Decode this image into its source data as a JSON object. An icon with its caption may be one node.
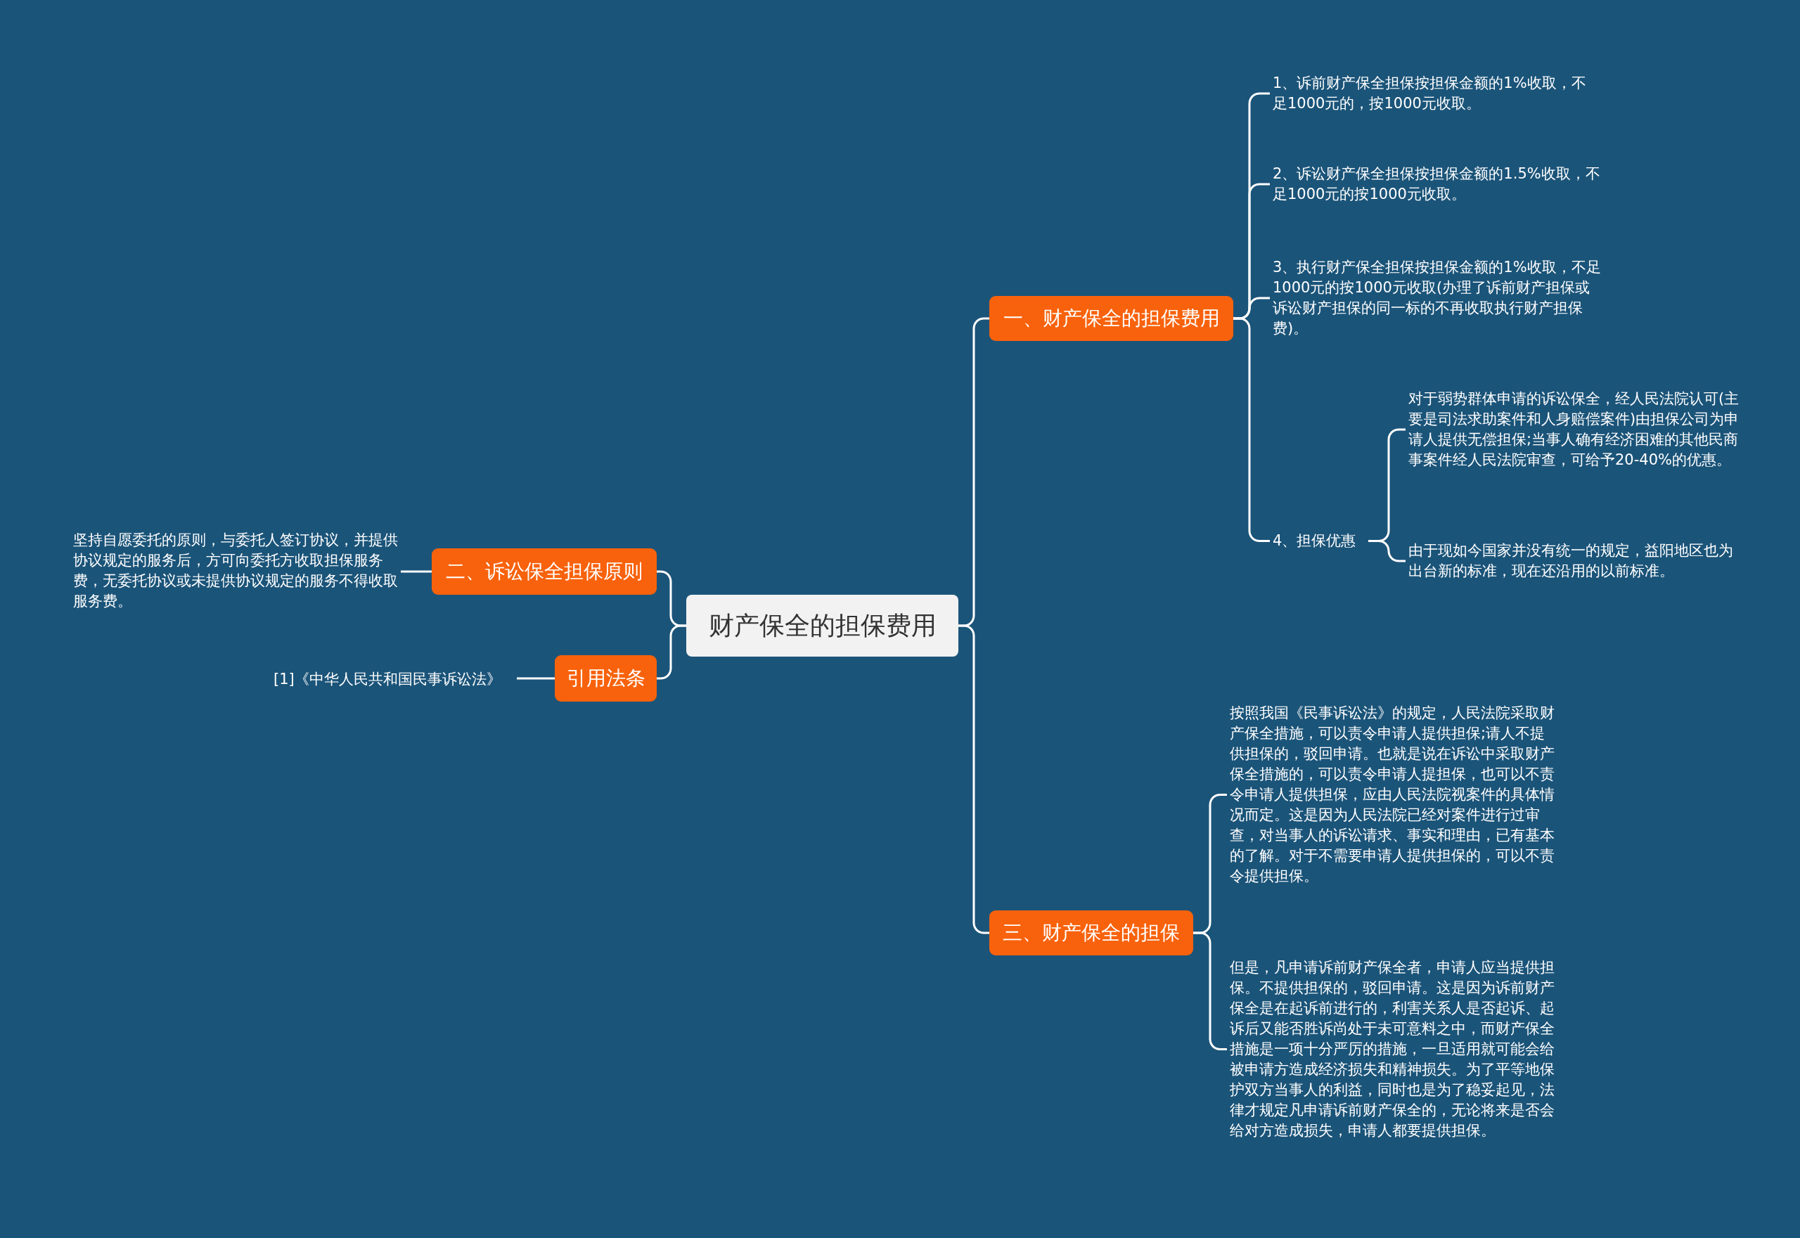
{
  "diagram": {
    "nodes": [
      {
        "text": [
          "财产保全的担保费用"
        ]
      },
      {
        "text": [
          "一、财产保全的担保费用"
        ]
      },
      {
        "text": [
          "1、诉前财产保全担保按担保金额的1%收取，不足1000元的，按1000元收取。"
        ]
      },
      {
        "text": [
          "2、诉讼财产保全担保按担保金额的1.5%收取，不足1000元的按1000元收取。"
        ]
      },
      {
        "text": [
          "3、执行财产保全担保按担保金额的1%收取，不足1000元的按1000元收取(办理了诉前财产担保或诉讼财产担保的同一标的不再收取执行财产担保费)。"
        ]
      },
      {
        "text": [
          "4、担保优惠"
        ]
      },
      {
        "text": [
          "对于弱势群体申请的诉讼保全，经人民法院认可(主要是司法求助案件和人身赔偿案件)由担保公司为申请人提供无偿担保;当事人确有经济困难的其他民商事案件经人民法院审查，可给予20-40%的优惠。"
        ]
      },
      {
        "text": [
          "由于现如今国家并没有统一的规定，益阳地区也为出台新的标准，现在还沿用的以前标准。"
        ]
      },
      {
        "text": [
          "二、诉讼保全担保原则"
        ]
      },
      {
        "text": [
          "坚持自愿委托的原则，与委托人签订协议，并提供协议规定的服务后，方可向委托方收取担保服务费，无委托协议或未提供协议规定的服务不得收取服务费。"
        ]
      },
      {
        "text": [
          "引用法条"
        ]
      },
      {
        "text": [
          "[1]《中华人民共和国民事诉讼法》"
        ]
      },
      {
        "text": [
          "三、财产保全的担保"
        ]
      },
      {
        "text": [
          "按照我国《民事诉讼法》的规定，人民法院采取财产保全措施，可以责令申请人提供担保;请人不提供担保的，驳回申请。也就是说在诉讼中采取财产保全措施的，可以责令申请人提担保，也可以不责令申请人提供担保，应由人民法院视案件的具体情况而定。这是因为人民法院已经对案件进行过审查，对当事人的诉讼请求、事实和理由，已有基本的了解。对于不需要申请人提供担保的，可以不责令提供担保。"
        ]
      },
      {
        "text": [
          "但是，凡申请诉前财产保全者，申请人应当提供担保。不提供担保的，驳回申请。这是因为诉前财产保全是在起诉前进行的，利害关系人是否起诉、起诉后又能否胜诉尚处于未可意料之中，而财产保全措施是一项十分严厉的措施，一旦适用就可能会给被申请方造成经济损失和精神损失。为了平等地保护双方当事人的利益，同时也是为了稳妥起见，法律才规定凡申请诉前财产保全的，无论将来是否会给对方造成损失，申请人都要提供担保。"
        ]
      }
    ],
    "edges": [
      {
        "from": 0,
        "to": 1,
        "arrow": "none"
      },
      {
        "from": 1,
        "to": 2,
        "arrow": "none"
      },
      {
        "from": 1,
        "to": 3,
        "arrow": "none"
      },
      {
        "from": 1,
        "to": 4,
        "arrow": "none"
      },
      {
        "from": 1,
        "to": 5,
        "arrow": "none"
      },
      {
        "from": 5,
        "to": 6,
        "arrow": "none"
      },
      {
        "from": 5,
        "to": 7,
        "arrow": "none"
      },
      {
        "from": 0,
        "to": 8,
        "arrow": "none"
      },
      {
        "from": 8,
        "to": 9,
        "arrow": "none"
      },
      {
        "from": 0,
        "to": 10,
        "arrow": "none"
      },
      {
        "from": 10,
        "to": 11,
        "arrow": "none"
      },
      {
        "from": 0,
        "to": 12,
        "arrow": "none"
      },
      {
        "from": 12,
        "to": 13,
        "arrow": "none"
      },
      {
        "from": 12,
        "to": 14,
        "arrow": "none"
      }
    ]
  }
}
